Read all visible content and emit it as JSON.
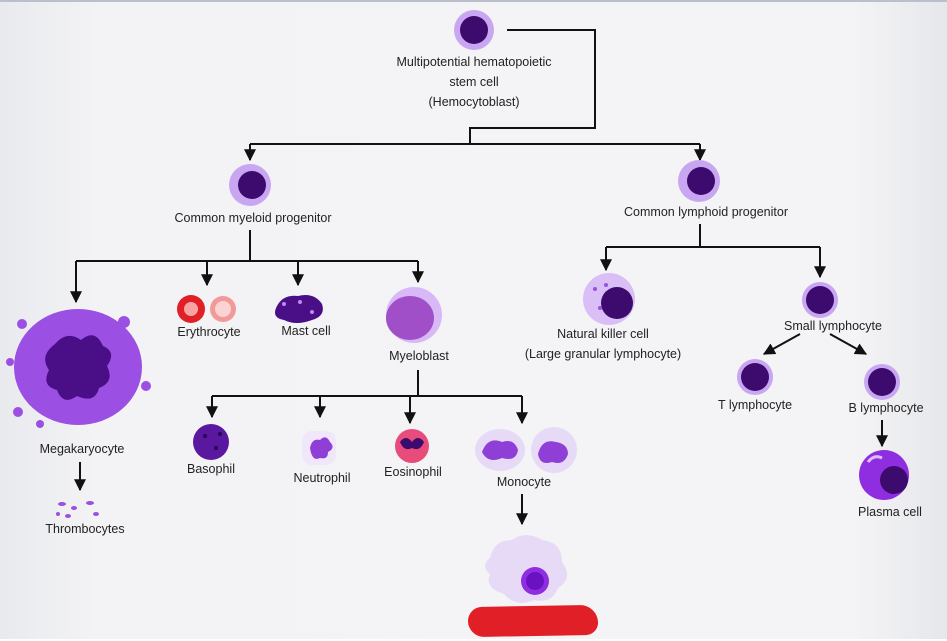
{
  "diagram": {
    "nodes": {
      "stem_cell": {
        "lines": [
          "Multipotential hematopoietic",
          "stem cell",
          "(Hemocytoblast)"
        ]
      },
      "common_myeloid_progenitor": "Common myeloid progenitor",
      "common_lymphoid_progenitor": "Common lymphoid progenitor",
      "megakaryocyte": "Megakaryocyte",
      "thrombocytes": "Thrombocytes",
      "erythrocyte": "Erythrocyte",
      "mast_cell": "Mast cell",
      "myeloblast": "Myeloblast",
      "basophil": "Basophil",
      "neutrophil": "Neutrophil",
      "eosinophil": "Eosinophil",
      "monocyte": "Monocyte",
      "natural_killer_cell": {
        "lines": [
          "Natural killer cell",
          "(Large granular lymphocyte)"
        ]
      },
      "small_lymphocyte": "Small lymphocyte",
      "t_lymphocyte": "T lymphocyte",
      "b_lymphocyte": "B lymphocyte",
      "plasma_cell": "Plasma cell"
    },
    "colors": {
      "membrane": "#c9a6f2",
      "nucleus": "#3d0a6e",
      "cytoplasm_purple": "#8f3fd6",
      "erythrocyte_red": "#e01f26",
      "redaction": "#e01f26"
    }
  }
}
